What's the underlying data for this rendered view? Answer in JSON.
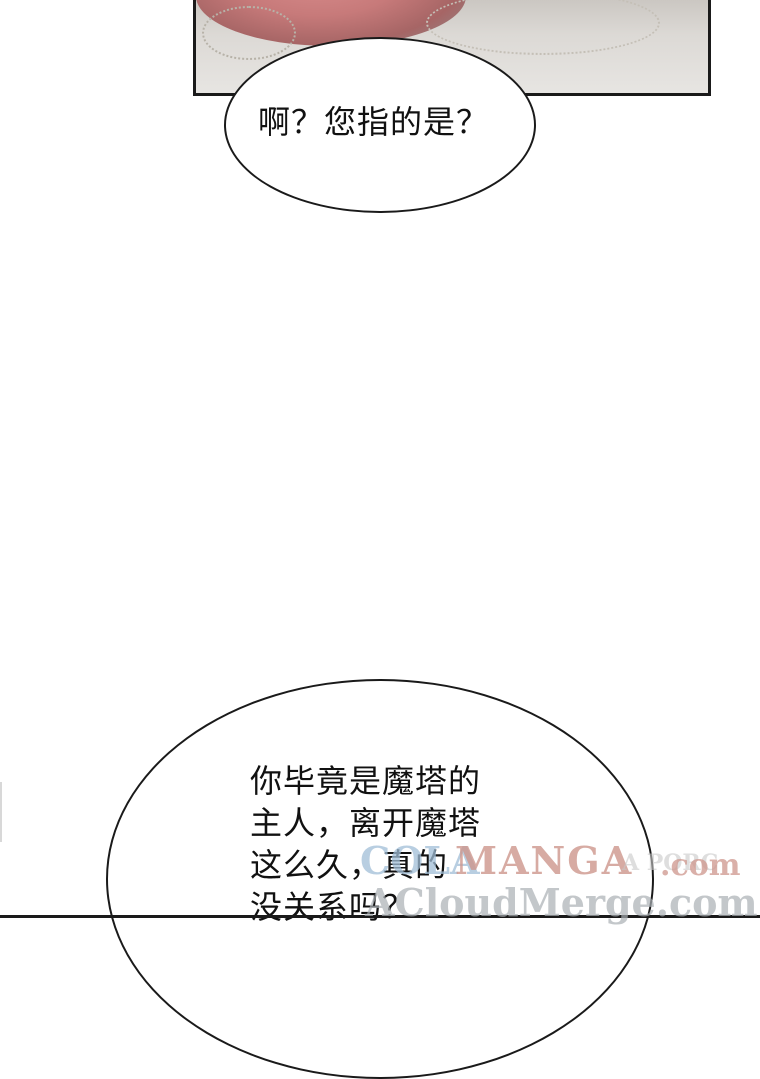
{
  "top_panel": {
    "description_icon": "plate-on-lace-icon"
  },
  "bubbles": [
    {
      "text": "啊？您指的是？"
    },
    {
      "text": "你毕竟是魔塔的\n主人，离开魔塔\n这么久，真的\n没关系吗？"
    }
  ],
  "watermark": {
    "part1": "COLA",
    "part2": "MANGA",
    "part3": ".com",
    "part4": "A PORC",
    "part5": "ACloudMerge.com"
  }
}
